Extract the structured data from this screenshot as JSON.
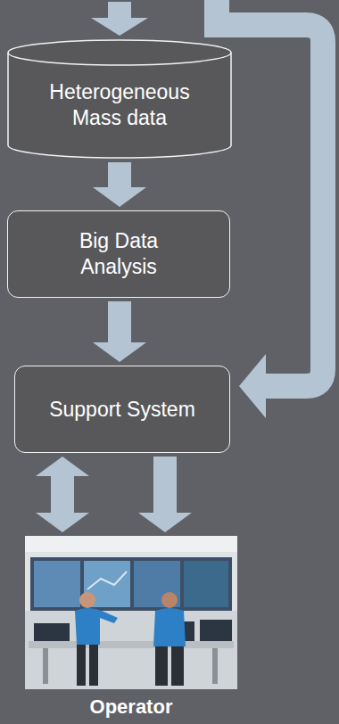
{
  "diagram": {
    "nodes": [
      {
        "text": [
          "Heterogeneous Mass data"
        ]
      },
      {
        "text": [
          "Big Data Analysis"
        ]
      },
      {
        "text": [
          "Support System"
        ]
      },
      {
        "text": [
          "Operator"
        ]
      }
    ],
    "edges": [
      {
        "from": 0,
        "to": 1,
        "arrow": "to"
      },
      {
        "from": 1,
        "to": 2,
        "arrow": "to"
      },
      {
        "from": 2,
        "to": 3,
        "arrow": "both"
      },
      {
        "from": 2,
        "to": 3,
        "arrow": "to"
      }
    ]
  }
}
